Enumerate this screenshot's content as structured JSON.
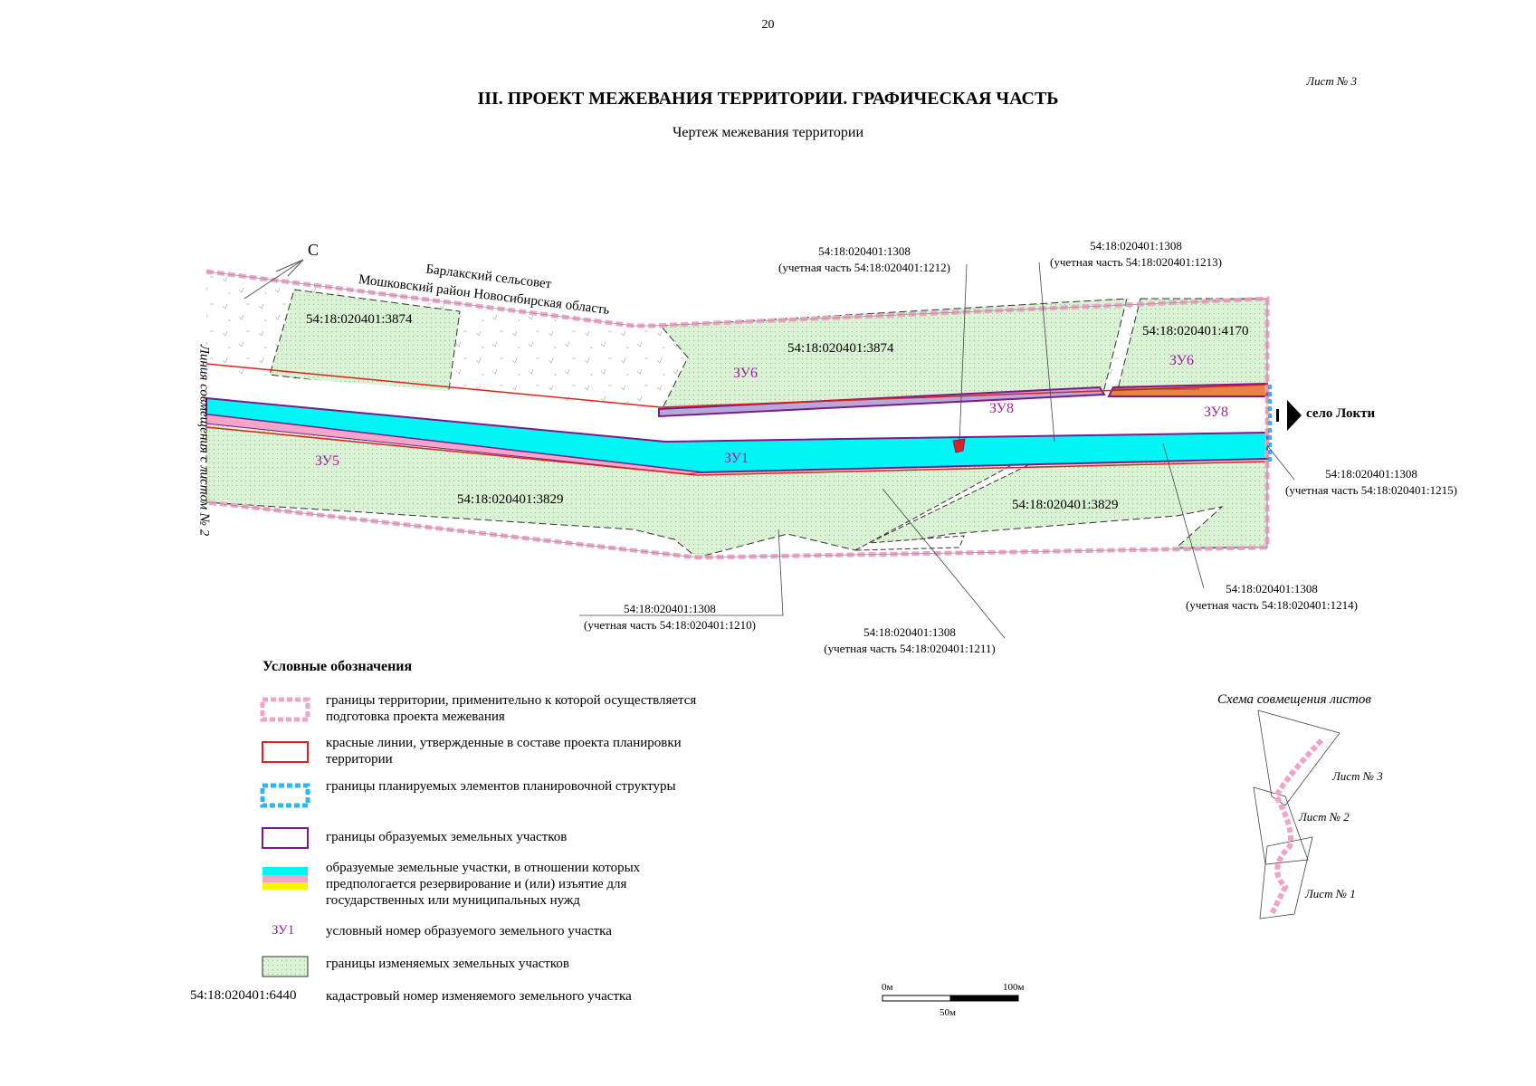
{
  "header": {
    "page_number": "20",
    "sheet_label": "Лист № 3",
    "title": "III. ПРОЕКТ МЕЖЕВАНИЯ ТЕРРИТОРИИ. ГРАФИЧЕСКАЯ ЧАСТЬ",
    "subtitle": "Чертеж межевания территории"
  },
  "map": {
    "north_label": "С",
    "side_label": "Линия совмещения с листом № 2",
    "region_line1": "Барлакский сельсовет",
    "region_line2": "Мошковский район Новосибирская область",
    "direction_label": "село Локти",
    "plots": {
      "p3874_left": "54:18:020401:3874",
      "p3874_center": "54:18:020401:3874",
      "p4170": "54:18:020401:4170",
      "p3829_left": "54:18:020401:3829",
      "p3829_right": "54:18:020401:3829"
    },
    "zu_labels": {
      "zu6_left": "ЗУ6",
      "zu6_right": "ЗУ6",
      "zu8_left": "ЗУ8",
      "zu8_right": "ЗУ8",
      "zu5": "ЗУ5",
      "zu1": "ЗУ1"
    },
    "callouts": {
      "c1212_a": "54:18:020401:1308",
      "c1212_b": "(учетная часть 54:18:020401:1212)",
      "c1213_a": "54:18:020401:1308",
      "c1213_b": "(учетная часть 54:18:020401:1213)",
      "c1215_a": "54:18:020401:1308",
      "c1215_b": "(учетная часть 54:18:020401:1215)",
      "c1214_a": "54:18:020401:1308",
      "c1214_b": "(учетная часть 54:18:020401:1214)",
      "c1210_a": "54:18:020401:1308",
      "c1210_b": "(учетная часть 54:18:020401:1210)",
      "c1211_a": "54:18:020401:1308",
      "c1211_b": "(учетная часть 54:18:020401:1211)"
    }
  },
  "legend": {
    "title": "Условные обозначения",
    "items": [
      {
        "text": "границы территории, применительно к которой осуществляется подготовка проекта межевания"
      },
      {
        "text": "красные линии, утвержденные в составе проекта планировки территории"
      },
      {
        "text": "границы планируемых элементов планировочной структуры"
      },
      {
        "text": "границы образуемых земельных участков"
      },
      {
        "text": "образуемые земельные участки, в отношении которых предпологается резервирование и (или) изъятие для государственных или муниципальных нужд"
      },
      {
        "symbol": "ЗУ1",
        "text": "условный номер образуемого земельного участка"
      },
      {
        "text": "границы изменяемых земельных участков"
      },
      {
        "symbol": "54:18:020401:6440",
        "text": "кадастровый номер изменяемого земельного участка"
      }
    ]
  },
  "scale": {
    "start": "0м",
    "end": "100м",
    "middle": "50м"
  },
  "sheet_scheme": {
    "title": "Схема совмещения листов",
    "sheets": [
      "Лист № 3",
      "Лист № 2",
      "Лист № 1"
    ]
  },
  "colors": {
    "plot_fill": "#d9f2d3",
    "reserved_cyan": "#00f5f5",
    "reserved_pink": "#f4a6c8",
    "reserved_orange": "#e8814a",
    "reserved_yellow": "#f5f500",
    "red_line": "#e0201a",
    "purple_line": "#7a1a8a",
    "territory_pink": "#f2a4c8",
    "planning_blue": "#32b4f0"
  }
}
